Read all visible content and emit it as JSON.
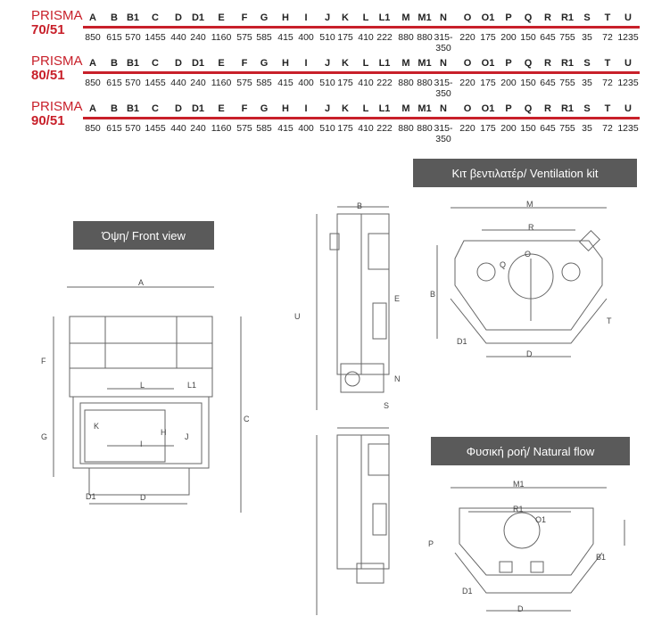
{
  "columns": [
    "A",
    "B",
    "B1",
    "C",
    "D",
    "D1",
    "E",
    "F",
    "G",
    "H",
    "I",
    "J",
    "K",
    "L",
    "L1",
    "M",
    "M1",
    "N",
    "O",
    "O1",
    "P",
    "Q",
    "R",
    "R1",
    "S",
    "T",
    "U"
  ],
  "models": [
    {
      "brand": "PRISMA",
      "size": "70/51",
      "values": [
        "850",
        "615",
        "570",
        "1455",
        "440",
        "240",
        "1160",
        "575",
        "585",
        "415",
        "400",
        "510",
        "175",
        "410",
        "222",
        "880",
        "880",
        "315-\n350",
        "220",
        "175",
        "200",
        "150",
        "645",
        "755",
        "35",
        "72",
        "1235"
      ]
    },
    {
      "brand": "PRISMA",
      "size": "80/51",
      "values": [
        "850",
        "615",
        "570",
        "1455",
        "440",
        "240",
        "1160",
        "575",
        "585",
        "415",
        "400",
        "510",
        "175",
        "410",
        "222",
        "880",
        "880",
        "315-\n350",
        "220",
        "175",
        "200",
        "150",
        "645",
        "755",
        "35",
        "72",
        "1235"
      ]
    },
    {
      "brand": "PRISMA",
      "size": "90/51",
      "values": [
        "850",
        "615",
        "570",
        "1455",
        "440",
        "240",
        "1160",
        "575",
        "585",
        "415",
        "400",
        "510",
        "175",
        "410",
        "222",
        "880",
        "880",
        "315-\n350",
        "220",
        "175",
        "200",
        "150",
        "645",
        "755",
        "35",
        "72",
        "1235"
      ]
    }
  ],
  "labels": {
    "front_view": "Όψη/ Front view",
    "ventilation_kit": "Κιτ βεντιλατέρ/ Ventilation kit",
    "natural_flow": "Φυσική ροή/ Natural flow"
  },
  "drawing_letters": {
    "front": [
      "A",
      "F",
      "G",
      "C",
      "L",
      "L1",
      "K",
      "H",
      "J",
      "I",
      "D1",
      "D"
    ],
    "side": [
      "B",
      "U",
      "E",
      "N",
      "S"
    ],
    "vent": [
      "M",
      "R",
      "Q",
      "O",
      "B",
      "D1",
      "T",
      "D"
    ],
    "natural": [
      "M1",
      "R1",
      "P",
      "O1",
      "B1",
      "D1",
      "D"
    ]
  }
}
